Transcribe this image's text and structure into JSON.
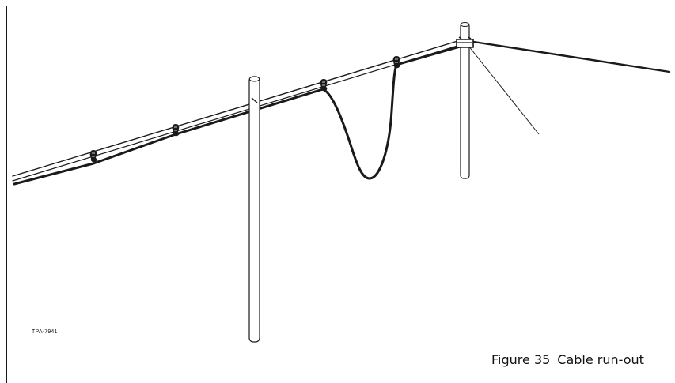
{
  "figure": {
    "reference_code": "TPA-7941",
    "caption_number": "Figure 35",
    "caption_title": "Cable run-out"
  },
  "colors": {
    "line": "#1a1a1a",
    "background": "#ffffff"
  }
}
